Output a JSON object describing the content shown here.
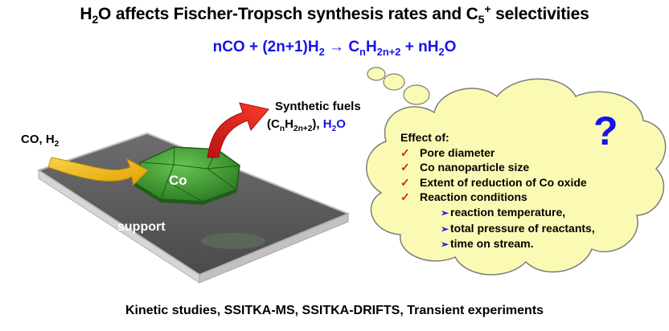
{
  "title": {
    "h": "H",
    "h_sub": "2",
    "text": "O affects Fischer-Tropsch synthesis rates and C",
    "c_sub": "5",
    "c_sup": "+",
    "tail": " selectivities"
  },
  "equation": {
    "p1": "nCO + (2n+1)H",
    "s1": "2",
    "p2": " → C",
    "s2": "n",
    "p3": "H",
    "s3": "2n+2",
    "p4": " + nH",
    "s4": "2",
    "p5": "O"
  },
  "reactants": {
    "text": "CO, H",
    "sub": "2"
  },
  "products": {
    "line1": "Synthetic fuels",
    "p1": "(C",
    "s1": "n",
    "p2": "H",
    "s2": "2n+2",
    "p3": "), ",
    "h2o_h": "H",
    "h2o_sub": "2",
    "h2o_o": "O"
  },
  "catalyst_label": "Co",
  "support_label": "support",
  "cloud": {
    "question_mark": "?",
    "heading": "Effect of:",
    "check_symbol": "✓",
    "arrow_symbol": "➢",
    "items": [
      "Pore diameter",
      "Co nanoparticle size",
      "Extent of reduction of Co oxide",
      "Reaction conditions"
    ],
    "subitems": [
      "reaction temperature,",
      "total pressure of reactants,",
      "time on stream."
    ]
  },
  "footer": "Kinetic studies, SSITKA-MS, SSITKA-DRIFTS, Transient experiments",
  "colors": {
    "blue_text": "#1515e6",
    "check_red": "#d21f1f",
    "cloud_fill": "#fafab4",
    "hexagon_green": "#3c9a32",
    "arrow_red": "#e21e1e",
    "arrow_yellow": "#f0b800",
    "slab_gray": "#5a5a5a"
  },
  "icons": [
    "reactant-arrow-icon",
    "product-arrow-icon",
    "check-icon",
    "bullet-arrow-icon"
  ]
}
